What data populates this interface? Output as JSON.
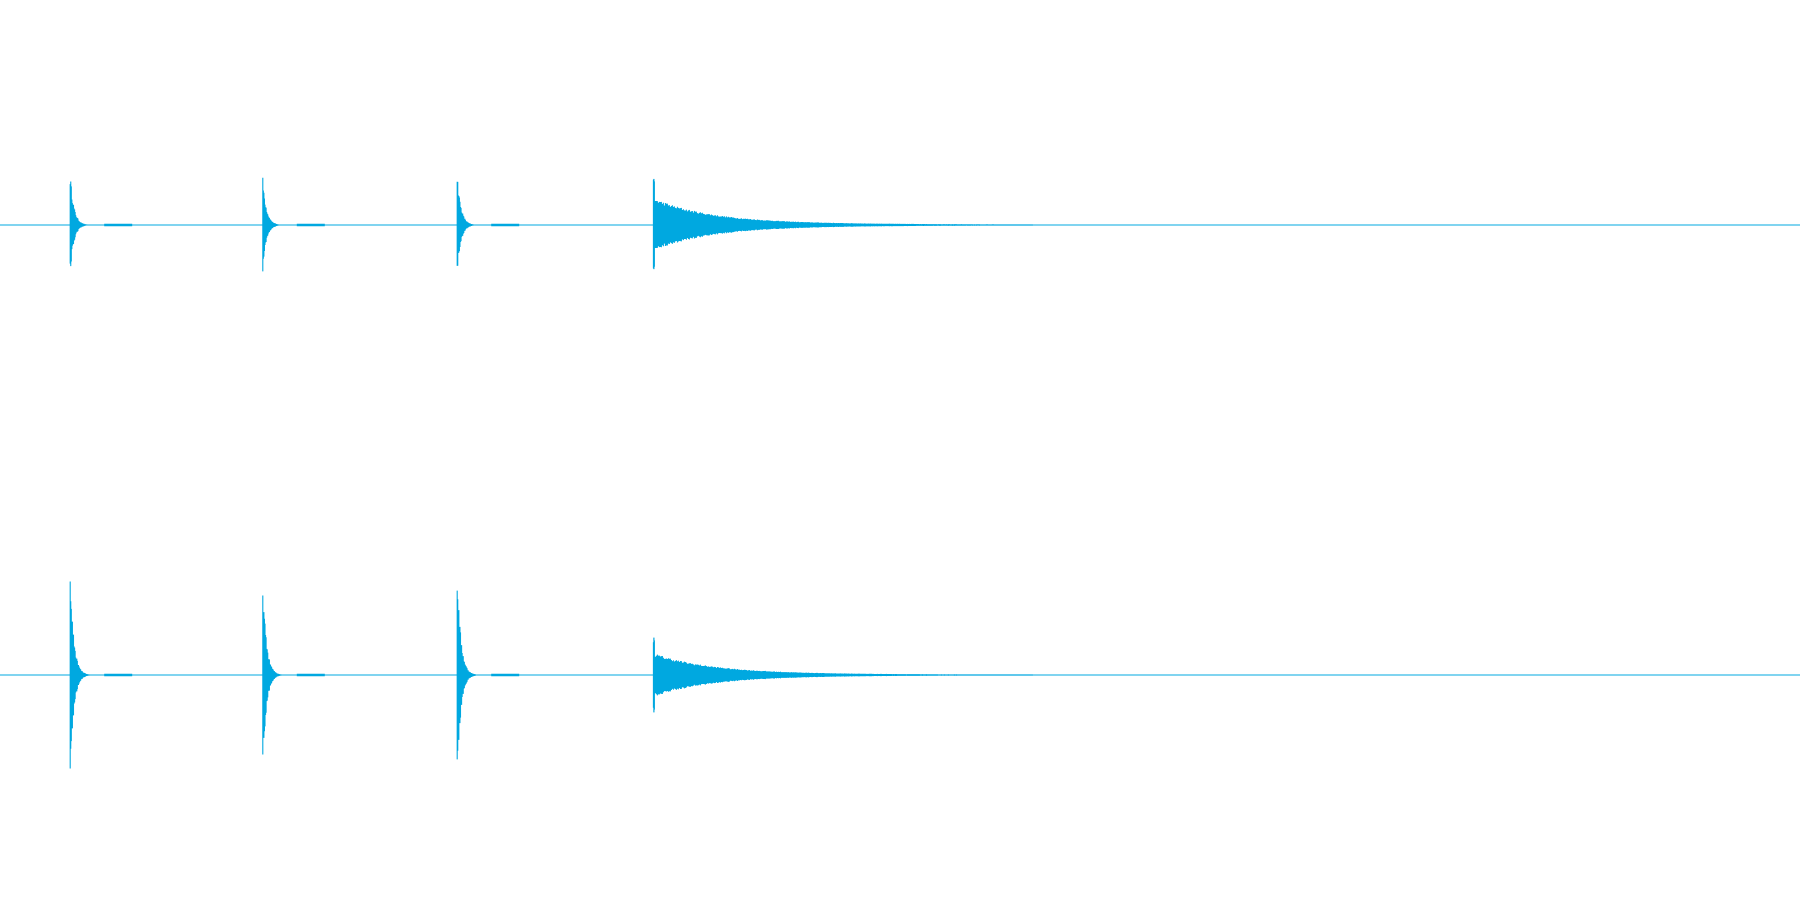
{
  "waveform": {
    "color": "#00a8e0",
    "background": "#ffffff",
    "channels": [
      {
        "name": "channel-1",
        "events": [
          {
            "onset": 0.039,
            "peak_up": 0.55,
            "peak_down": 0.52,
            "kind": "click"
          },
          {
            "onset": 0.146,
            "peak_up": 0.5,
            "peak_down": 0.49,
            "kind": "click"
          },
          {
            "onset": 0.254,
            "peak_up": 0.55,
            "peak_down": 0.52,
            "kind": "click"
          },
          {
            "onset": 0.363,
            "peak_up": 0.48,
            "peak_down": 0.46,
            "kind": "ring"
          }
        ]
      },
      {
        "name": "channel-2",
        "events": [
          {
            "onset": 0.039,
            "peak_up": 0.92,
            "peak_down": 0.92,
            "kind": "click"
          },
          {
            "onset": 0.146,
            "peak_up": 0.86,
            "peak_down": 0.86,
            "kind": "click"
          },
          {
            "onset": 0.254,
            "peak_up": 0.96,
            "peak_down": 0.96,
            "kind": "click"
          },
          {
            "onset": 0.363,
            "peak_up": 0.34,
            "peak_down": 0.34,
            "kind": "ring"
          }
        ]
      }
    ]
  }
}
